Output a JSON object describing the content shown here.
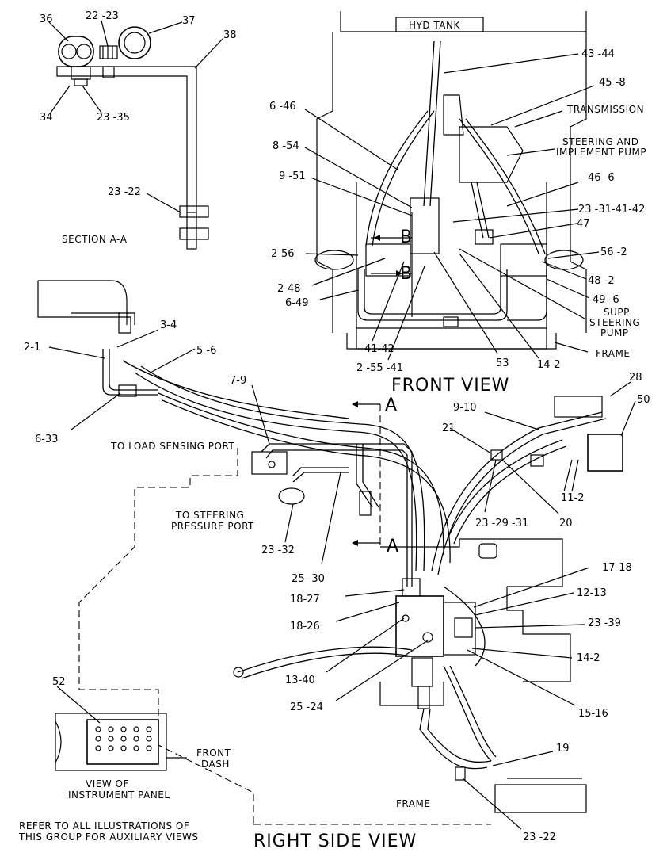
{
  "views": {
    "section": "SECTION A-A",
    "front": "FRONT VIEW",
    "right_side": "RIGHT SIDE VIEW",
    "instrument": [
      "VIEW OF",
      "INSTRUMENT PANEL"
    ]
  },
  "components": {
    "hyd_tank": "HYD TANK",
    "transmission": "TRANSMISSION",
    "steer_pump": [
      "STEERING AND",
      "IMPLEMENT PUMP"
    ],
    "supp_pump": [
      "SUPP",
      "STEERING",
      "PUMP"
    ],
    "frame_front": "FRAME",
    "frame_side": "FRAME",
    "front_dash": [
      "FRONT",
      "DASH"
    ],
    "load_sensing": "TO LOAD SENSING PORT",
    "steer_pressure": [
      "TO STEERING",
      "PRESSURE PORT"
    ],
    "note": [
      "REFER TO ALL ILLUSTRATIONS OF",
      "THIS GROUP FOR AUXILIARY VIEWS"
    ]
  },
  "section_markers": {
    "a_top": "A",
    "a_bottom": "A",
    "b_top": "B",
    "b_bottom": "B"
  },
  "callouts": {
    "c36": "36",
    "c22_23": "22 -23",
    "c37": "37",
    "c38": "38",
    "c34": "34",
    "c23_35": "23 -35",
    "c23_22_sec": "23 -22",
    "c43_44": "43 -44",
    "c45_8": "45 -8",
    "c6_46": "6 -46",
    "c8_54": "8 -54",
    "c9_51": "9 -51",
    "c46_6": "46 -6",
    "c23_31_41_42": "23 -31-41-42",
    "c47": "47",
    "c2_56": "2-56",
    "c56_2": "56 -2",
    "c2_48": "2-48",
    "c48_2": "48 -2",
    "c6_49": "6-49",
    "c49_6": "49 -6",
    "c41_42": "41-42",
    "c2_55_41": "2 -55 -41",
    "c53": "53",
    "c14_2_front": "14-2",
    "c3_4": "3-4",
    "c2_1": "2-1",
    "c5_6": "5 -6",
    "c6_33": "6-33",
    "c7_9": "7-9",
    "c28": "28",
    "c50": "50",
    "c9_10": "9-10",
    "c21": "21",
    "c11_2": "11-2",
    "c20": "20",
    "c23_29_31": "23 -29 -31",
    "c23_32": "23 -32",
    "c25_30": "25 -30",
    "c17_18": "17-18",
    "c18_27": "18-27",
    "c12_13": "12-13",
    "c18_26": "18-26",
    "c23_39": "23 -39",
    "c14_2_side": "14-2",
    "c13_40": "13-40",
    "c25_24": "25 -24",
    "c15_16": "15-16",
    "c52": "52",
    "c19": "19",
    "c23_22_side": "23 -22"
  }
}
